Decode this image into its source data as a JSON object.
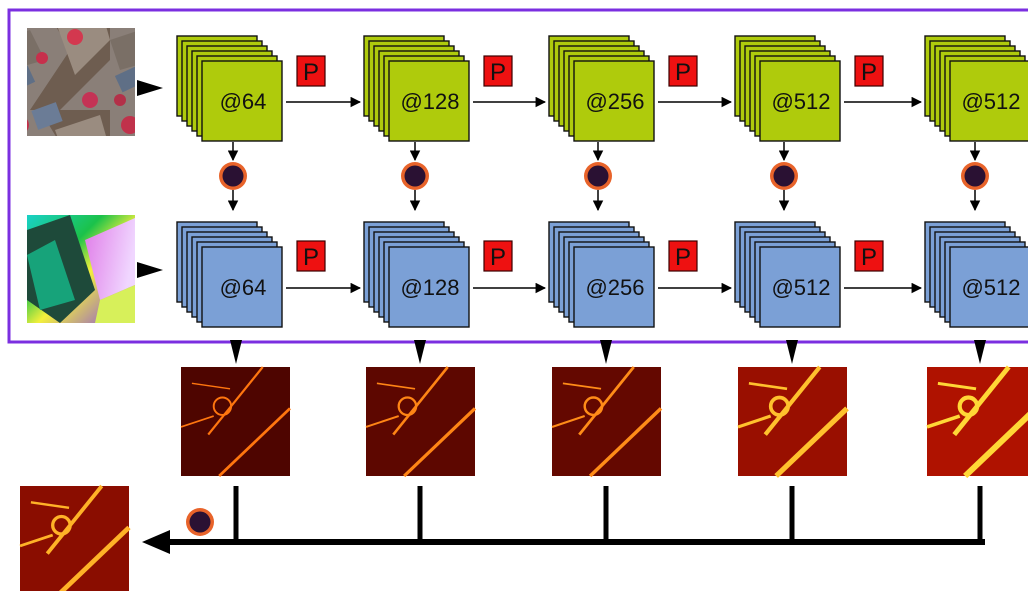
{
  "colors": {
    "frame": "#7b2fe0",
    "rgb_stack": "#afcb0c",
    "depth_stack": "#7ba0d6",
    "pool_box": "#ee1111",
    "fusion_ring": "#e8632a",
    "fusion_core": "#2a1133",
    "bar": "#000000"
  },
  "icons": {
    "pool": "pool-box-icon",
    "fusion": "fusion-plus-icon",
    "input": "input-image",
    "heatmap": "heatmap-image"
  },
  "pool_label": "P",
  "rgb_branch": {
    "stages": [
      {
        "label": "@64"
      },
      {
        "label": "@128"
      },
      {
        "label": "@256"
      },
      {
        "label": "@512"
      },
      {
        "label": "@512"
      }
    ]
  },
  "depth_branch": {
    "stages": [
      {
        "label": "@64"
      },
      {
        "label": "@128"
      },
      {
        "label": "@256"
      },
      {
        "label": "@512"
      },
      {
        "label": "@512"
      }
    ]
  },
  "side_outputs": {
    "count": 5,
    "intensity": [
      0.25,
      0.35,
      0.4,
      0.75,
      0.9
    ]
  }
}
